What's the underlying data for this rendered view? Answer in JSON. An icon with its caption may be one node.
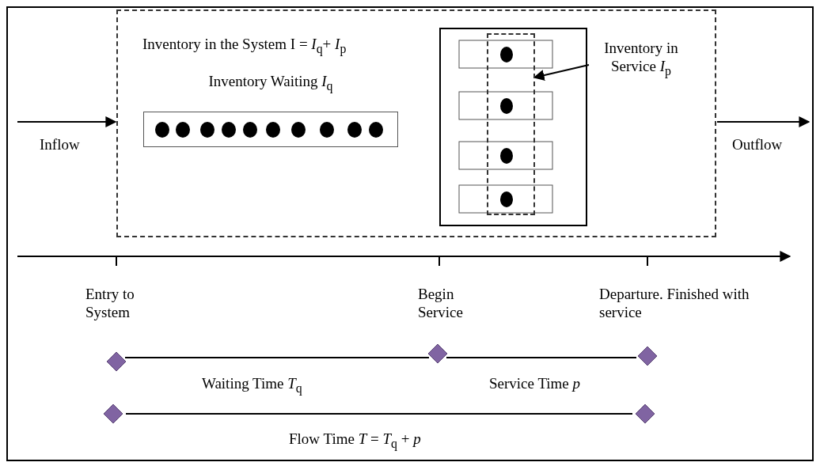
{
  "diagram": {
    "nodes": [
      {
        "text": [
          "Inventory in the System I = *I*$_{q}$+ *I*$_{p}$"
        ]
      },
      {
        "text": [
          "Inventory Waiting *I*$_{q}$"
        ],
        "in": 0
      },
      {
        "text": [],
        "shape": "box",
        "in": 0
      },
      {
        "text": [],
        "shape": "box",
        "in": 2
      },
      {
        "text": [
          "Inventory in Service *I*$_{p}$"
        ],
        "in": 0
      },
      {
        "text": [],
        "shape": "diamond",
        "beside": [
          "Entry to System"
        ]
      },
      {
        "text": [],
        "shape": "diamond",
        "beside": [
          "Begin Service"
        ]
      },
      {
        "text": [],
        "shape": "diamond",
        "beside": [
          "Departure.  Finished with service"
        ]
      },
      {
        "text": [],
        "shape": "diamond"
      },
      {
        "text": [],
        "shape": "diamond"
      }
    ],
    "edges": [
      {
        "from": null,
        "to": 0,
        "arrow": "to",
        "label": "Inflow"
      },
      {
        "from": 0,
        "to": null,
        "arrow": "to",
        "label": "Outflow"
      },
      {
        "from": 4,
        "to": 3,
        "arrow": "to"
      },
      {
        "from": 5,
        "to": 6,
        "arrow": "none",
        "label": "Waiting Time *T*$_{q}$"
      },
      {
        "from": 6,
        "to": 7,
        "arrow": "none",
        "label": "Service Time *p*"
      },
      {
        "from": 8,
        "to": 9,
        "arrow": "none",
        "label": "Flow Time *T* =  *T*$_{q}$ + *p*"
      }
    ]
  }
}
